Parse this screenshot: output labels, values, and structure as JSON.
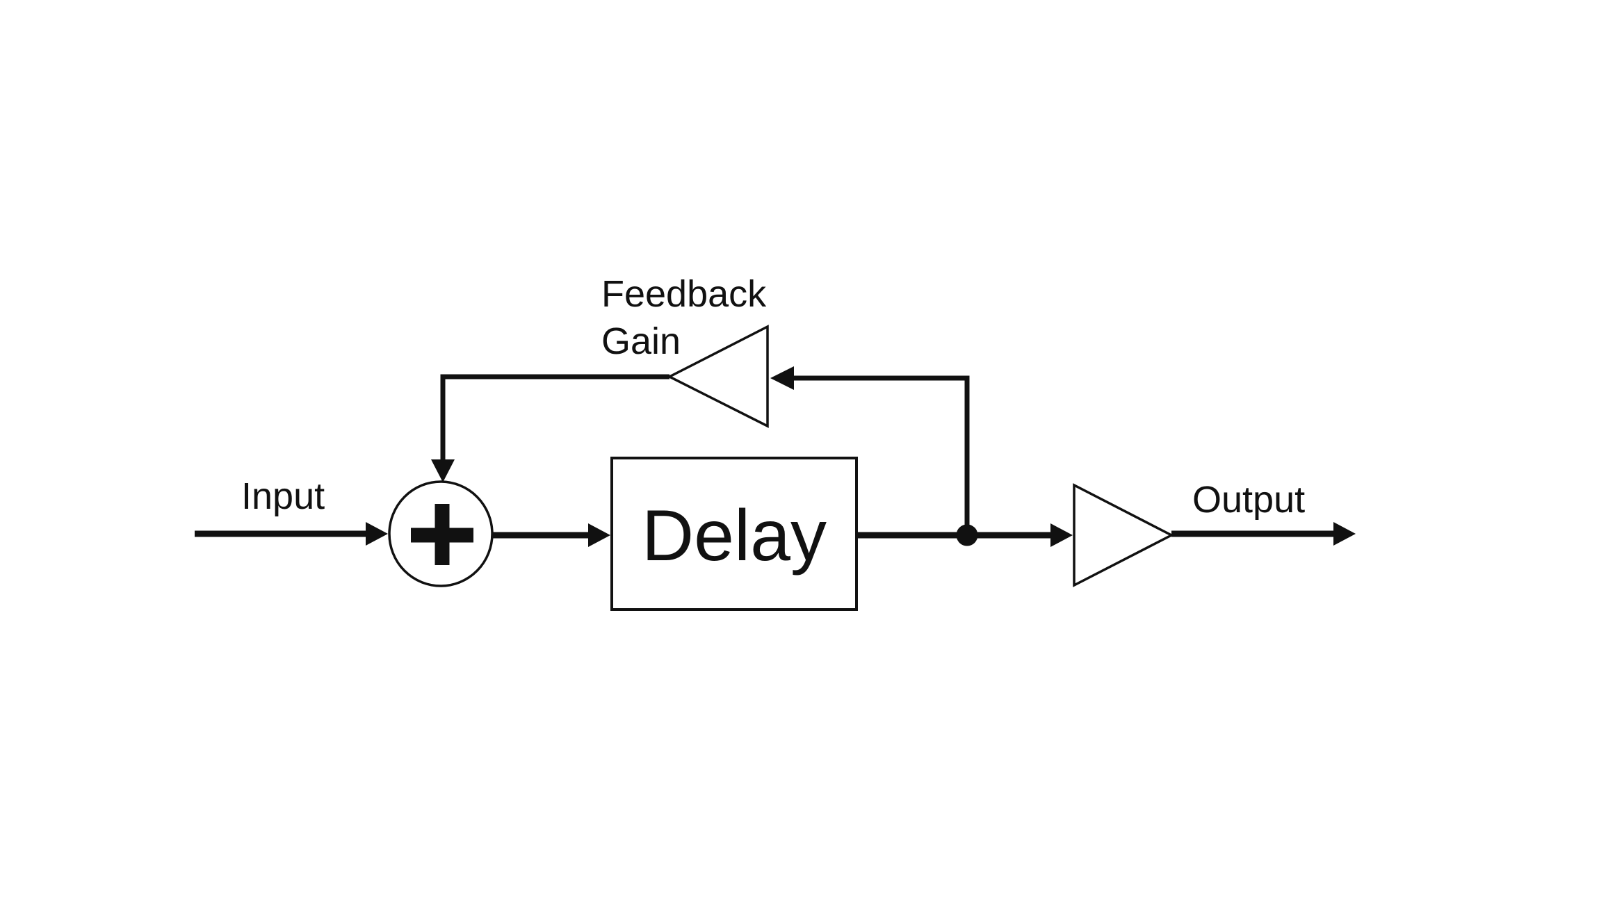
{
  "diagram": {
    "type": "block-diagram",
    "description": "Delay line with feedback gain loop",
    "labels": {
      "input": "Input",
      "feedback_line1": "Feedback",
      "feedback_line2": "Gain",
      "delay": "Delay",
      "output": "Output"
    },
    "icons": {
      "sum_junction": "plus-icon",
      "gain_blocks": "triangle-amplifier-icon",
      "signal_tap": "junction-dot"
    },
    "colors": {
      "line": "#111111",
      "background": "#ffffff",
      "shape_fill": "#ffffff"
    }
  }
}
